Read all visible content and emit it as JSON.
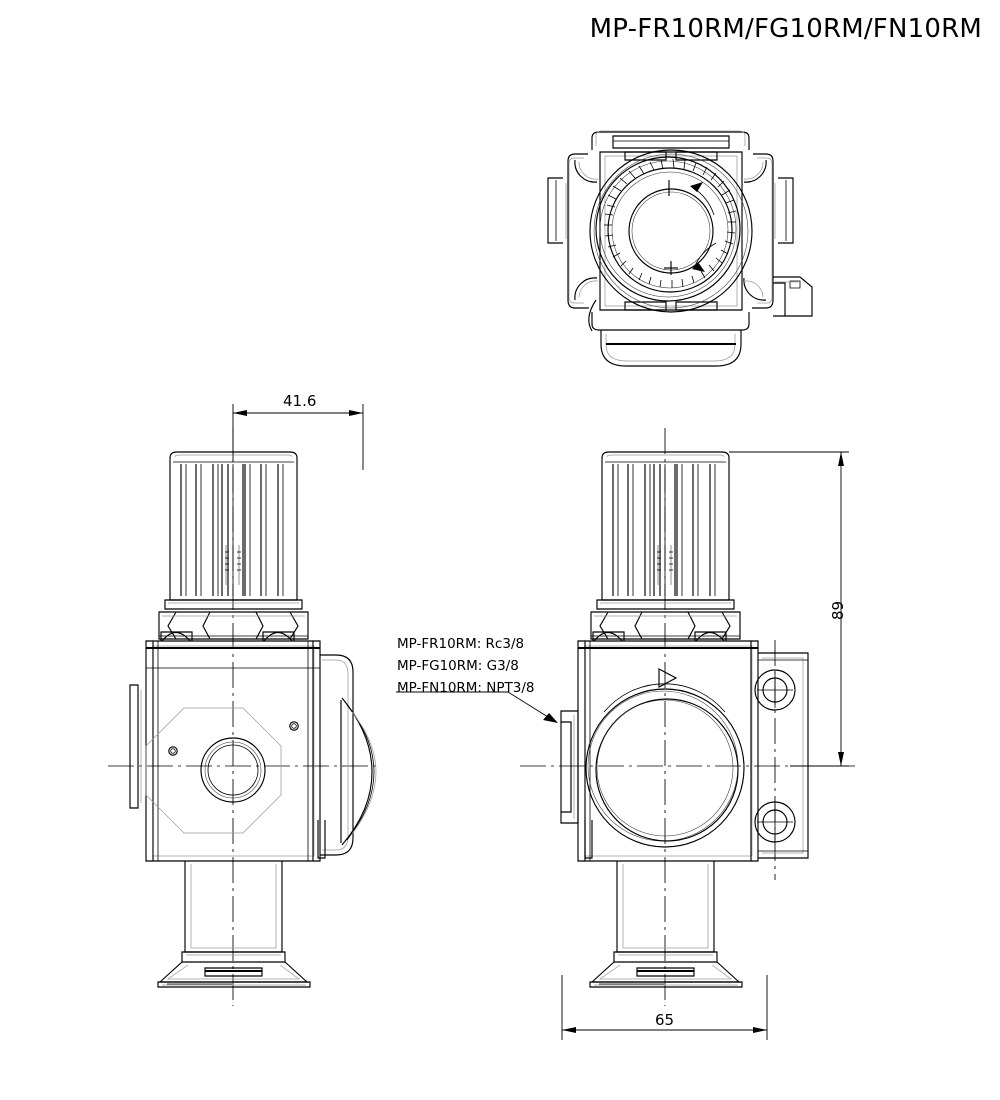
{
  "drawing": {
    "title": "MP-FR10RM/FG10RM/FN10RM",
    "sheet_width": 1000,
    "sheet_height": 1100,
    "background": "#ffffff",
    "line_color": "#000000",
    "subject": "pneumatic pressure regulator with mounting bracket",
    "units": "mm"
  },
  "notes": {
    "port_thread_lines": [
      "MP-FR10RM: Rc3/8",
      "MP-FG10RM: G3/8",
      "MP-FN10RM: NPT3/8"
    ],
    "line1": "MP-FR10RM: Rc3/8",
    "line2": "MP-FG10RM: G3/8",
    "line3": "MP-FN10RM: NPT3/8"
  },
  "dimensions": {
    "width_top": "41.6",
    "height_right": "89",
    "width_bottom": "65"
  },
  "views": {
    "top": {
      "name": "top-plan-view",
      "label": "top view of adjustment knob",
      "markings": [
        "plus",
        "minus",
        "rotation-arrow-cw",
        "rotation-arrow-ccw"
      ]
    },
    "left": {
      "name": "side-elevation-view",
      "label": "side elevation"
    },
    "right": {
      "name": "front-elevation-view",
      "label": "front elevation with bracket"
    }
  }
}
